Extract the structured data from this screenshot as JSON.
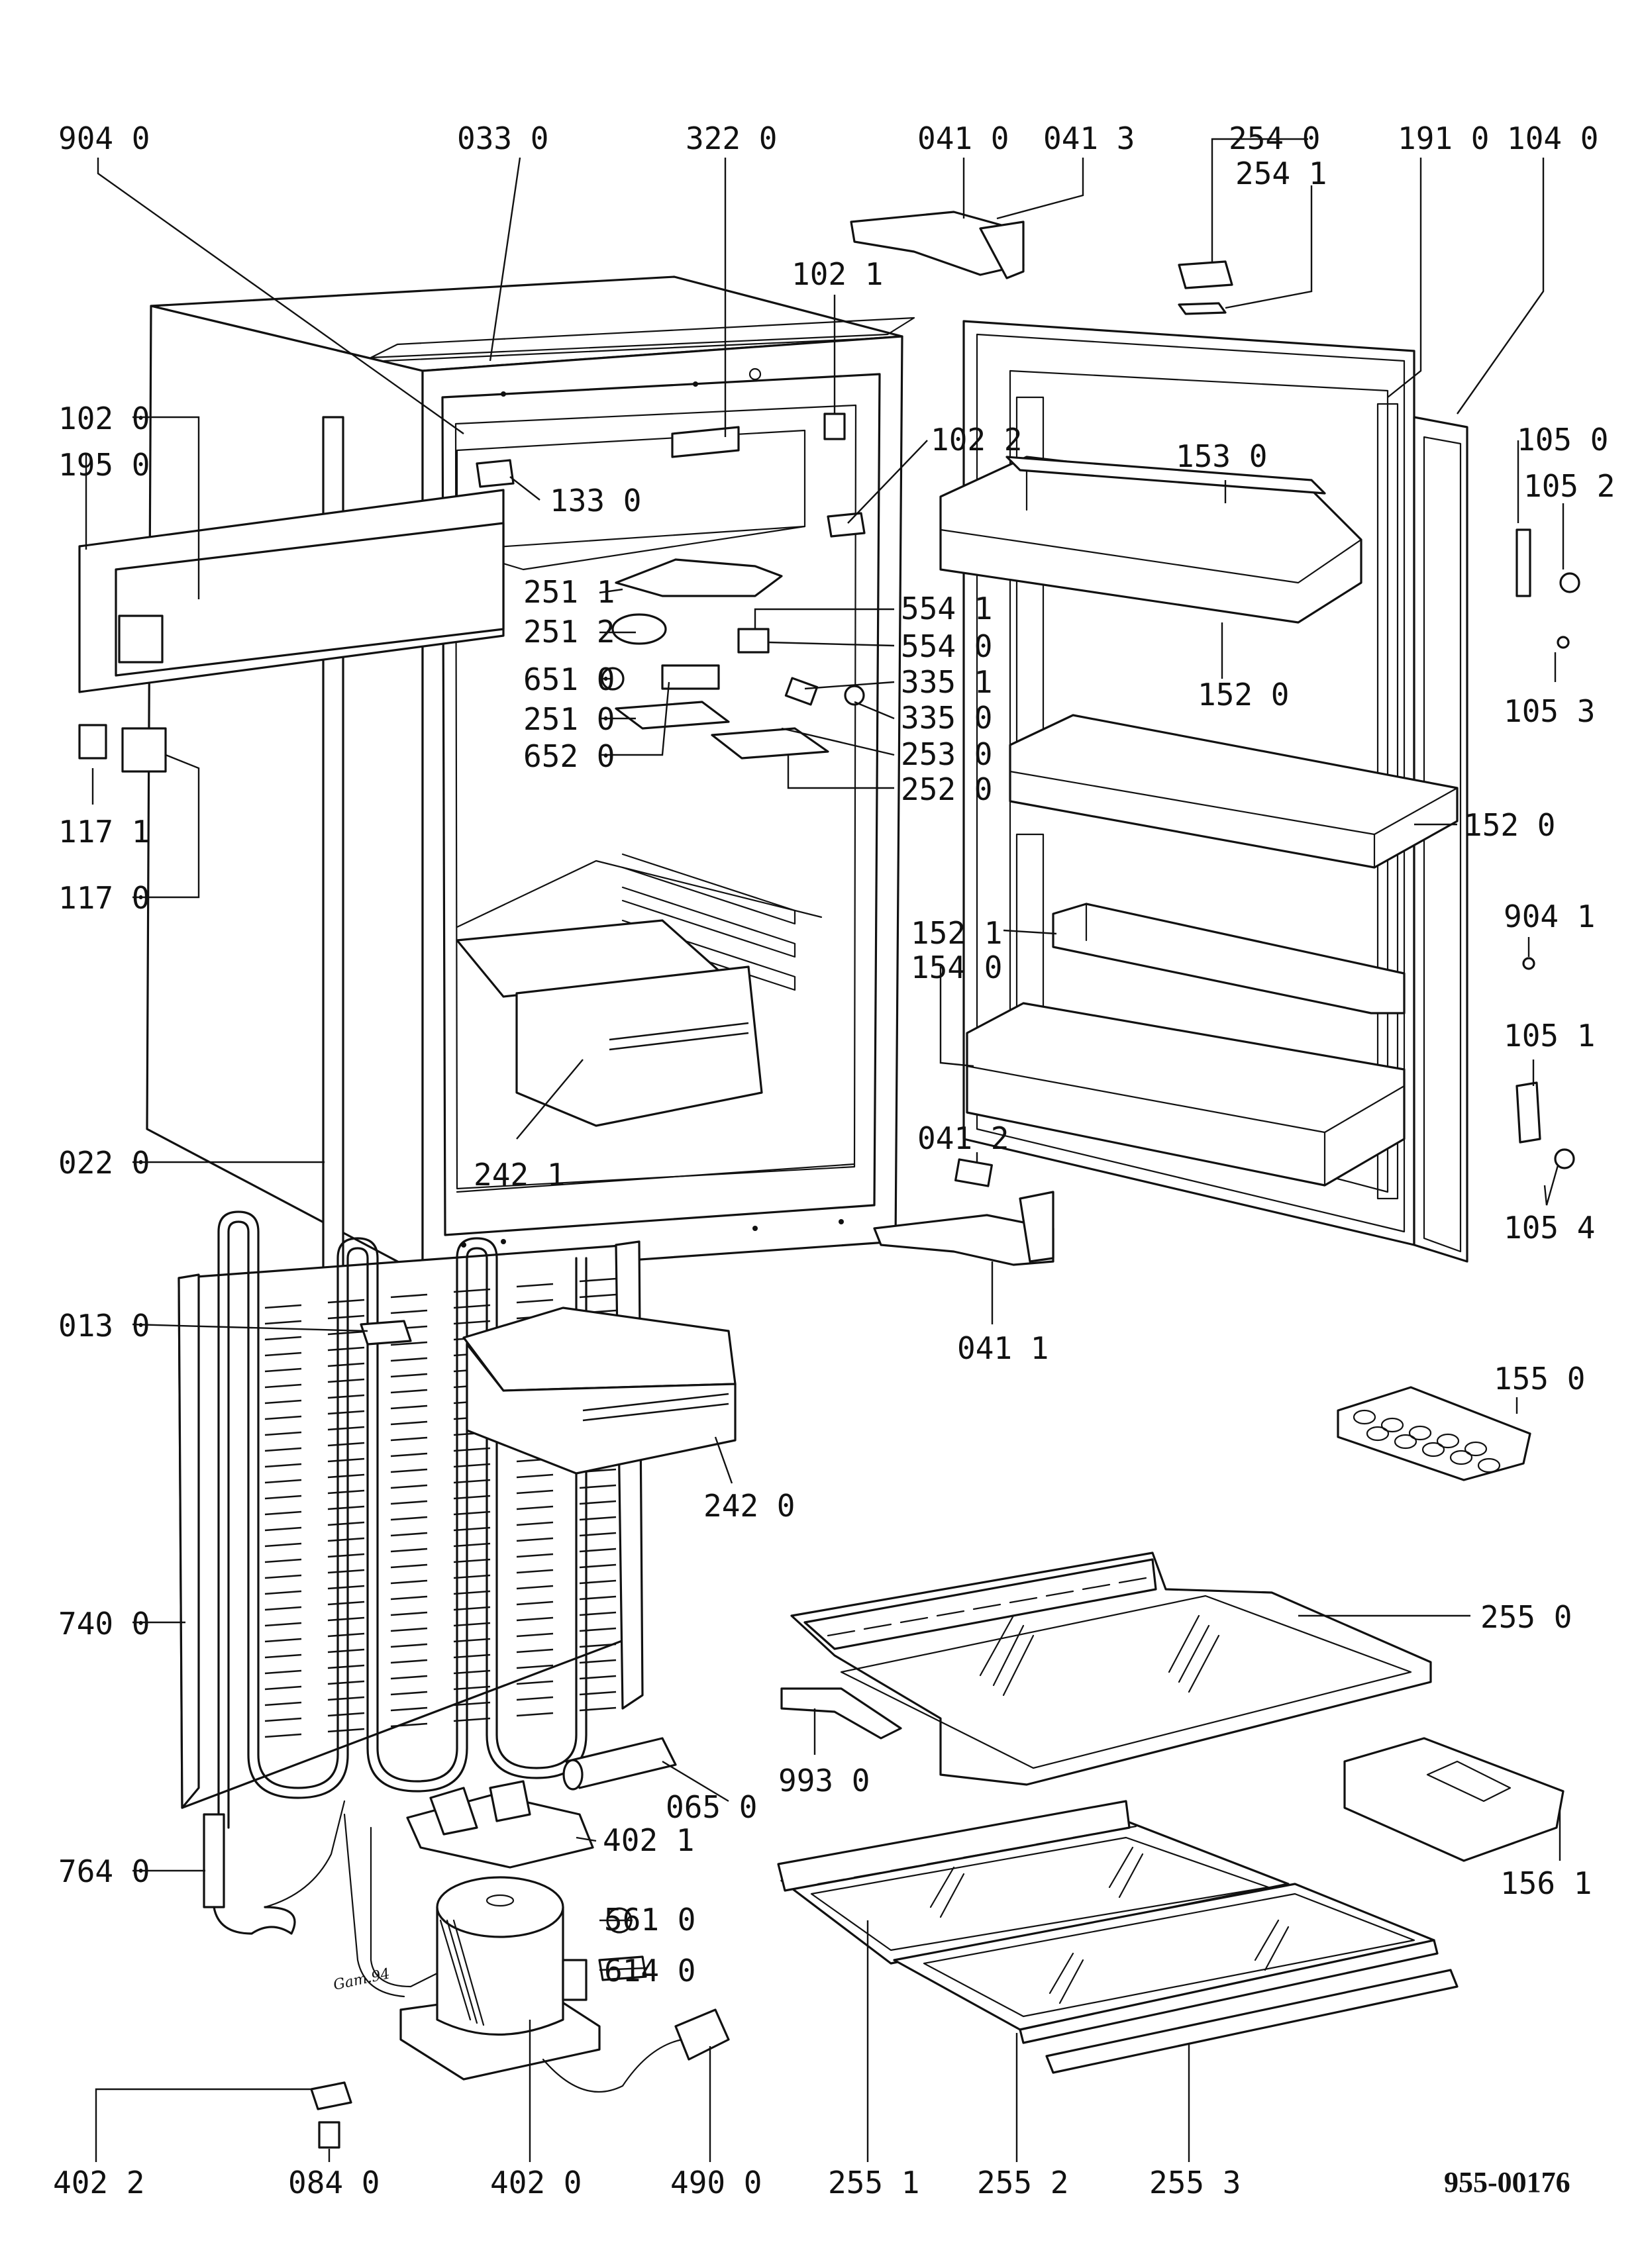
{
  "document_number": "955-00176",
  "artist_signature": "Gam.94",
  "labels": [
    {
      "id": "904-0",
      "text": "904 0"
    },
    {
      "id": "033-0",
      "text": "033 0"
    },
    {
      "id": "322-0",
      "text": "322 0"
    },
    {
      "id": "041-0",
      "text": "041 0"
    },
    {
      "id": "041-3",
      "text": "041 3"
    },
    {
      "id": "254-0",
      "text": "254 0"
    },
    {
      "id": "254-1",
      "text": "254 1"
    },
    {
      "id": "191-0",
      "text": "191 0"
    },
    {
      "id": "104-0",
      "text": "104 0"
    },
    {
      "id": "102-1",
      "text": "102 1"
    },
    {
      "id": "102-0",
      "text": "102 0"
    },
    {
      "id": "195-0",
      "text": "195 0"
    },
    {
      "id": "133-0",
      "text": "133 0"
    },
    {
      "id": "102-2",
      "text": "102 2"
    },
    {
      "id": "153-0",
      "text": "153 0"
    },
    {
      "id": "105-0",
      "text": "105 0"
    },
    {
      "id": "105-2",
      "text": "105 2"
    },
    {
      "id": "251-1",
      "text": "251 1"
    },
    {
      "id": "554-1",
      "text": "554 1"
    },
    {
      "id": "251-2",
      "text": "251 2"
    },
    {
      "id": "554-0",
      "text": "554 0"
    },
    {
      "id": "651-0",
      "text": "651 0"
    },
    {
      "id": "335-1",
      "text": "335 1"
    },
    {
      "id": "335-0",
      "text": "335 0"
    },
    {
      "id": "152-0-top",
      "text": "152 0"
    },
    {
      "id": "105-3",
      "text": "105 3"
    },
    {
      "id": "251-0",
      "text": "251 0"
    },
    {
      "id": "253-0",
      "text": "253 0"
    },
    {
      "id": "652-0",
      "text": "652 0"
    },
    {
      "id": "252-0",
      "text": "252 0"
    },
    {
      "id": "152-0-mid",
      "text": "152 0"
    },
    {
      "id": "117-1",
      "text": "117 1"
    },
    {
      "id": "117-0",
      "text": "117 0"
    },
    {
      "id": "152-1",
      "text": "152 1"
    },
    {
      "id": "904-1",
      "text": "904 1"
    },
    {
      "id": "154-0",
      "text": "154 0"
    },
    {
      "id": "105-1",
      "text": "105 1"
    },
    {
      "id": "041-2",
      "text": "041 2"
    },
    {
      "id": "242-1",
      "text": "242 1"
    },
    {
      "id": "022-0",
      "text": "022 0"
    },
    {
      "id": "105-4",
      "text": "105 4"
    },
    {
      "id": "013-0",
      "text": "013 0"
    },
    {
      "id": "041-1",
      "text": "041 1"
    },
    {
      "id": "155-0",
      "text": "155 0"
    },
    {
      "id": "242-0",
      "text": "242 0"
    },
    {
      "id": "740-0",
      "text": "740 0"
    },
    {
      "id": "255-0",
      "text": "255 0"
    },
    {
      "id": "065-0",
      "text": "065 0"
    },
    {
      "id": "993-0",
      "text": "993 0"
    },
    {
      "id": "402-1",
      "text": "402 1"
    },
    {
      "id": "764-0",
      "text": "764 0"
    },
    {
      "id": "156-1",
      "text": "156 1"
    },
    {
      "id": "561-0",
      "text": "561 0"
    },
    {
      "id": "614-0",
      "text": "614 0"
    },
    {
      "id": "402-2",
      "text": "402 2"
    },
    {
      "id": "084-0",
      "text": "084 0"
    },
    {
      "id": "402-0",
      "text": "402 0"
    },
    {
      "id": "490-0",
      "text": "490 0"
    },
    {
      "id": "255-1",
      "text": "255 1"
    },
    {
      "id": "255-2",
      "text": "255 2"
    },
    {
      "id": "255-3",
      "text": "255 3"
    }
  ]
}
